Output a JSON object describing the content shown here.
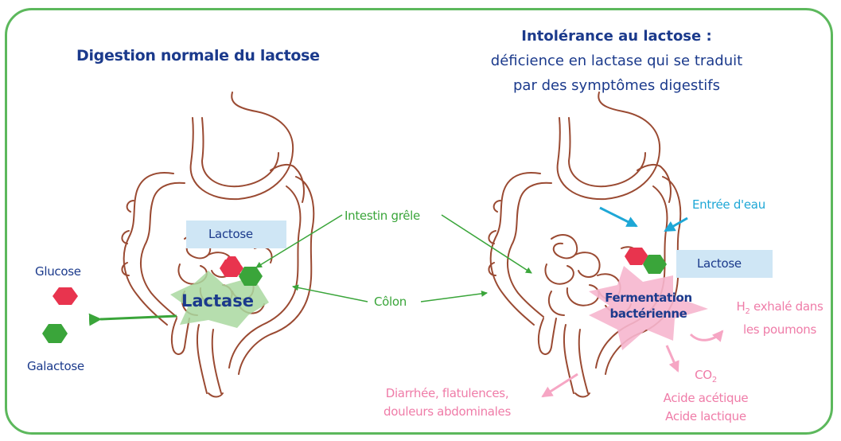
{
  "left_panel": {
    "title": "Digestion normale du lactose",
    "lactose_label": "Lactose",
    "enzyme_label": "Lactase",
    "glucose_label": "Glucose",
    "galactose_label": "Galactose"
  },
  "right_panel": {
    "title_line1": "Intolérance au lactose :",
    "title_line2": "déficience en lactase qui se traduit",
    "title_line3": "par des symptômes digestifs",
    "water_label": "Entrée d'eau",
    "lactose_label": "Lactose",
    "fermentation_line1": "Fermentation",
    "fermentation_line2": "bactérienne",
    "h2_prefix": "H",
    "h2_sub": "2",
    "h2_rest": " exhalé dans",
    "h2_line2": "les poumons",
    "co2_prefix": "CO",
    "co2_sub": "2",
    "acid1": "Acide acétique",
    "acid2": "Acide lactique",
    "symptoms_line1": "Diarrhée, flatulences,",
    "symptoms_line2": "douleurs abdominales"
  },
  "shared_labels": {
    "small_intestine": "Intestin grêle",
    "colon": "Côlon"
  },
  "colors": {
    "frame": "#5cb85c",
    "title_blue": "#1b3a8c",
    "organ_brown": "#9a4a32",
    "glucose_red": "#e8344e",
    "galactose_green": "#3aa53a",
    "water_cyan": "#1ea7d6",
    "symptom_pink": "#ef7ca8",
    "lactose_box": "#cfe6f5",
    "lactase_star": "#a9d8a0",
    "fermentation_star": "#f6b6ce"
  }
}
